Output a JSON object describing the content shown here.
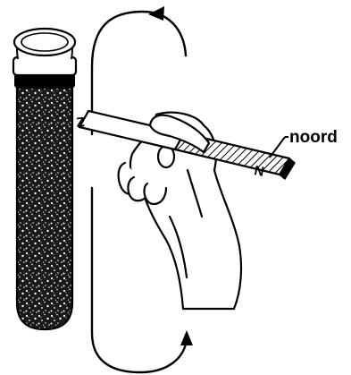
{
  "labels": {
    "pole_south": "Z",
    "pole_north": "N",
    "north_callout": "noord"
  },
  "colors": {
    "ink": "#000000",
    "paper": "#ffffff"
  },
  "icons": {
    "test_tube": "test-tube-with-iron-filings",
    "magnet": "bar-magnet",
    "hand": "hand-holding-magnet",
    "stroke_path": "circular-stroke-arrow"
  }
}
